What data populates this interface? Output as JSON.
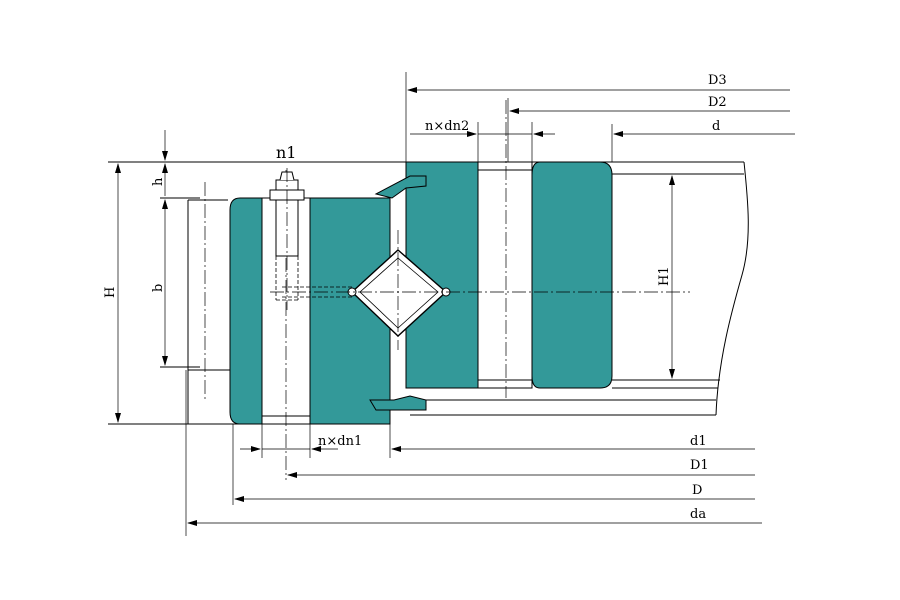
{
  "colors": {
    "ring_fill": "#339999",
    "line": "#000000",
    "background": "#ffffff"
  },
  "labels": {
    "D3": "D3",
    "D2": "D2",
    "d": "d",
    "n_dn2": "n×dn2",
    "n1": "n1",
    "h": "h",
    "b": "b",
    "H": "H",
    "H1": "H1",
    "n_dn1": "n×dn1",
    "d1": "d1",
    "D1": "D1",
    "D": "D",
    "da": "da"
  }
}
